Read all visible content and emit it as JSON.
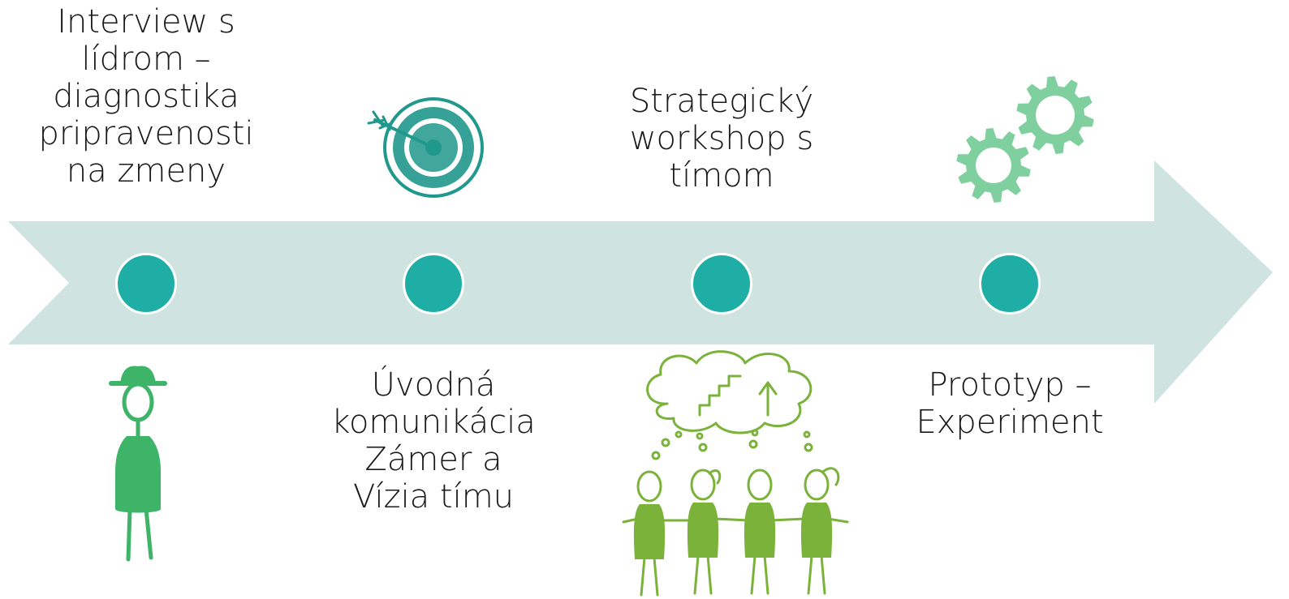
{
  "colors": {
    "arrow": "#cfe4e1",
    "dot": "#1eaea6",
    "target": "#20988c",
    "gears": "#7fd09e",
    "leader": "#3db468",
    "team": "#7ab23a"
  },
  "steps": [
    {
      "label_lines": [
        "Interview s",
        "lídrom –",
        "diagnostika",
        "pripravenosti",
        "na zmeny"
      ],
      "label_position": "above",
      "icon": "leader-figure-icon"
    },
    {
      "label_lines": [
        "Úvodná",
        "komunikácia",
        "Zámer a",
        "Vízia tímu"
      ],
      "label_position": "below",
      "icon": "target-icon"
    },
    {
      "label_lines": [
        "Strategický",
        "workshop s",
        "tímom"
      ],
      "label_position": "above",
      "icon": "team-figures-icon"
    },
    {
      "label_lines": [
        "Prototyp –",
        "Experiment"
      ],
      "label_position": "below",
      "icon": "gears-icon"
    }
  ]
}
